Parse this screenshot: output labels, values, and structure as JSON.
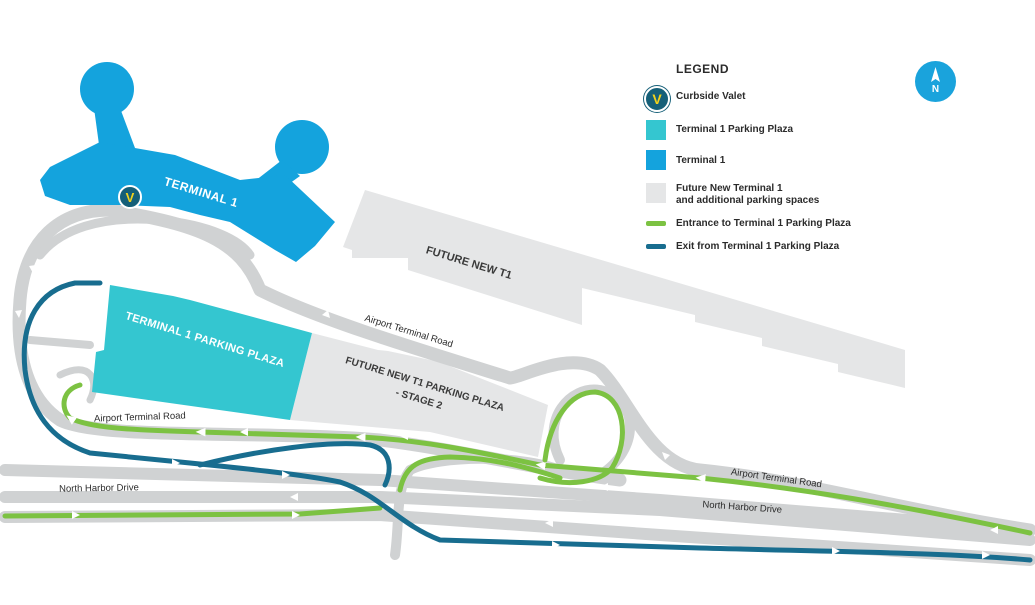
{
  "colors": {
    "terminal": "#14a3dd",
    "parking_plaza": "#34c6d0",
    "future": "#e5e6e7",
    "road": "#d0d2d3",
    "entrance": "#7cc242",
    "exit": "#186d8f",
    "valet_bg": "#155f78",
    "valet_fg": "#f2d21b"
  },
  "legend": {
    "title": "LEGEND",
    "items": [
      {
        "key": "valet",
        "label": "Curbside Valet",
        "symbol": "V",
        "icon": "valet-badge"
      },
      {
        "key": "parking",
        "label": "Terminal 1 Parking Plaza",
        "icon": "square"
      },
      {
        "key": "terminal",
        "label": "Terminal 1",
        "icon": "square"
      },
      {
        "key": "future",
        "label_line1": "Future New Terminal 1",
        "label_line2": "and additional parking spaces",
        "icon": "square"
      },
      {
        "key": "entrance",
        "label": "Entrance to Terminal 1 Parking Plaza",
        "icon": "line"
      },
      {
        "key": "exit",
        "label": "Exit from Terminal 1 Parking Plaza",
        "icon": "line"
      }
    ]
  },
  "north_arrow": {
    "letter": "N",
    "icon": "compass-arrow"
  },
  "map": {
    "terminal_label": "TERMINAL 1",
    "valet_symbol": "V",
    "parking_label": "TERMINAL 1 PARKING PLAZA",
    "future_t1_label": "FUTURE NEW T1",
    "future_plaza_line1": "FUTURE NEW T1 PARKING PLAZA",
    "future_plaza_line2": "- STAGE 2",
    "road_labels": {
      "airport_terminal_road_top": "Airport Terminal Road",
      "airport_terminal_road_left": "Airport Terminal Road",
      "airport_terminal_road_right": "Airport Terminal Road",
      "north_harbor_left": "North Harbor Drive",
      "north_harbor_right": "North Harbor Drive"
    }
  }
}
